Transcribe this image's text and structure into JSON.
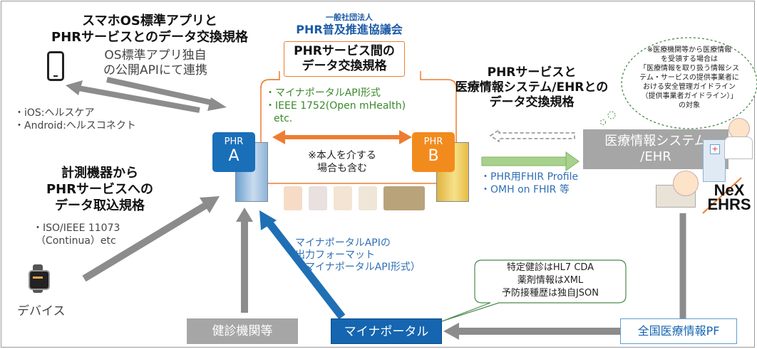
{
  "smartphone_section": {
    "title_line1": "スマホOS標準アプリと",
    "title_line2": "PHRサービスとのデータ交換規格",
    "desc_line1": "OS標準アプリ独自",
    "desc_line2": "の公開APIにて連携",
    "item1": "・iOS:ヘルスケア",
    "item2": "・Android:ヘルスコネクト"
  },
  "council": {
    "line1": "一般社団法人",
    "line2": "PHR普及推進協議会"
  },
  "inter_phr": {
    "title_line1": "PHRサービス間の",
    "title_line2": "データ交換規格",
    "item1": "・マイナポータルAPI形式",
    "item2": "・IEEE 1752(Open mHealth)",
    "item3": "etc.",
    "note_line1": "※本人を介する",
    "note_line2": "場合も含む"
  },
  "phr_a": {
    "top": "PHR",
    "letter": "A"
  },
  "phr_b": {
    "top": "PHR",
    "letter": "B"
  },
  "ehr_section": {
    "title_line1": "PHRサービスと",
    "title_line2": "医療情報システム/EHRとの",
    "title_line3": "データ交換規格",
    "item1": "・PHR用FHIR Profile",
    "item2": "・OMH on FHIR 等"
  },
  "callout_note": {
    "line1": "※医療機関等から医療情報",
    "line2": "を受領する場合は",
    "line3": "「医療情報を取り扱う情報シス",
    "line4": "テム・サービスの提供事業者に",
    "line5": "おける安全管理ガイドライン",
    "line6": "（提供事業者ガイドライン）」",
    "line7": "の対象"
  },
  "medical_system": {
    "line1": "医療情報システム",
    "line2": "/EHR"
  },
  "nex_ehrs": {
    "line1": "NeX",
    "line2": "EHRS"
  },
  "device_section": {
    "title_line1": "計測機器から",
    "title_line2": "PHRサービスへの",
    "title_line3": "データ取込規格",
    "item1": "・ISO/IEEE 11073",
    "item2": "（Continua）etc",
    "device_label": "デバイス"
  },
  "mynaportal_output": {
    "line1": "マイナポータルAPIの",
    "line2": "出力フォーマット",
    "line3": "（マイナポータルAPI形式）"
  },
  "formats_callout": {
    "line1": "特定健診はHL7 CDA",
    "line2": "薬剤情報はXML",
    "line3": "予防接種歴は独自JSON"
  },
  "bottom_boxes": {
    "checkup": "健診機関等",
    "mynaportal": "マイナポータル",
    "national_pf": "全国医療情報PF"
  },
  "colors": {
    "phr_blue": "#1a6fb9",
    "phr_orange": "#f28b1e",
    "accent_orange": "#ee7d31",
    "arrow_gray": "#8c8c8c",
    "arrow_blue": "#1f6fb5",
    "arrow_green": "#a9d18e",
    "green_text": "#3a8a2a",
    "myna_fill": "#1565b0"
  }
}
